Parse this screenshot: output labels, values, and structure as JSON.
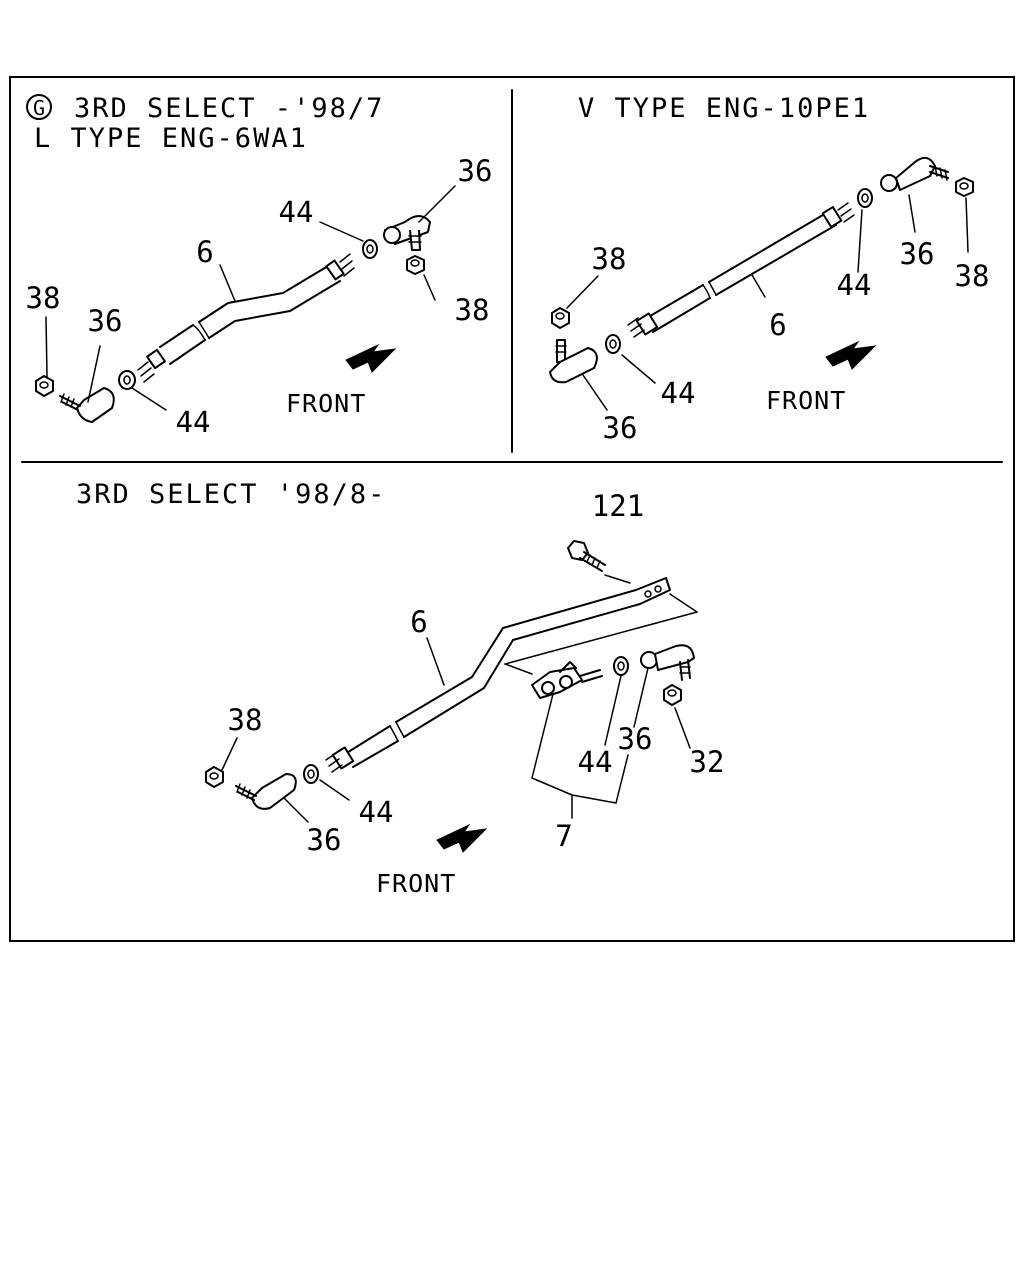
{
  "panels": {
    "top_left": {
      "circle_letter": "G",
      "title_line1": "3RD SELECT -'98/7",
      "title_line2": "L TYPE ENG-6WA1",
      "front_label": "FRONT",
      "callouts": [
        "36",
        "44",
        "6",
        "38",
        "36",
        "38",
        "44"
      ]
    },
    "top_right": {
      "title": "V TYPE ENG-10PE1",
      "front_label": "FRONT",
      "callouts": [
        "38",
        "6",
        "44",
        "36",
        "38",
        "44",
        "36"
      ]
    },
    "bottom": {
      "title": "3RD SELECT '98/8-",
      "front_label": "FRONT",
      "callouts": [
        "121",
        "6",
        "38",
        "44",
        "36",
        "44",
        "36",
        "32",
        "7"
      ]
    }
  }
}
